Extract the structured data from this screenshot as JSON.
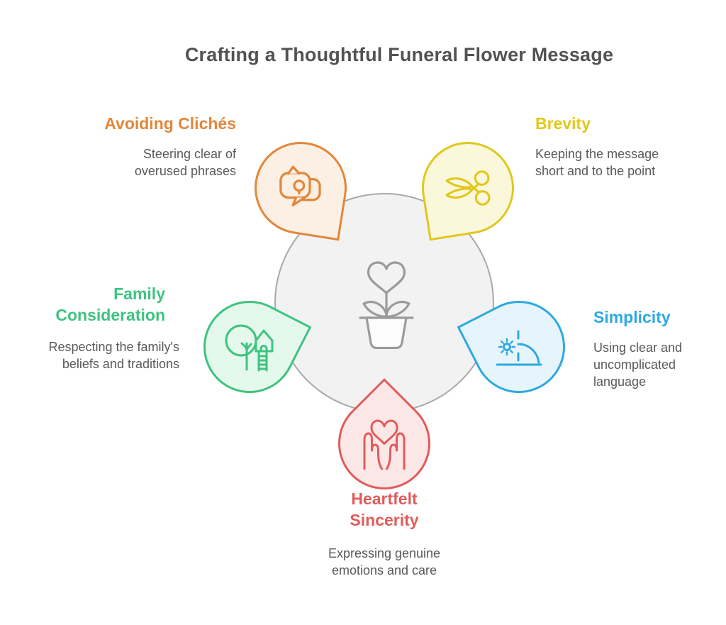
{
  "title": "Crafting a Thoughtful Funeral Flower Message",
  "center": {
    "icon": "heart-flower-pot-icon",
    "circle_fill": "#F2F2F3",
    "circle_stroke": "#A9A9A9",
    "icon_stroke": "#9B9B9B"
  },
  "sections": {
    "avoiding_cliches": {
      "label": "Avoiding Clichés",
      "description": "Steering clear of overused phrases",
      "color": "#E2873A",
      "fill": "#FCEFE3",
      "icon": "chat-bubbles-idea-icon",
      "position": "top-left"
    },
    "brevity": {
      "label": "Brevity",
      "description": "Keeping the message short and to the point",
      "color": "#E0C81D",
      "fill": "#FBF7DB",
      "icon": "scissors-icon",
      "position": "top-right"
    },
    "family_consideration": {
      "label": "Family Consideration",
      "description": "Respecting the family's beliefs and traditions",
      "color": "#3FC380",
      "fill": "#E4F8EC",
      "icon": "tree-house-icon",
      "position": "left"
    },
    "simplicity": {
      "label": "Simplicity",
      "description": "Using clear and uncomplicated language",
      "color": "#2EA9DF",
      "fill": "#E6F4FB",
      "icon": "sunrise-dome-icon",
      "position": "right"
    },
    "heartfelt_sincerity": {
      "label": "Heartfelt Sincerity",
      "description": "Expressing genuine emotions and care",
      "color": "#E25B5B",
      "fill": "#FCE7E7",
      "icon": "hands-holding-heart-icon",
      "position": "bottom"
    }
  }
}
